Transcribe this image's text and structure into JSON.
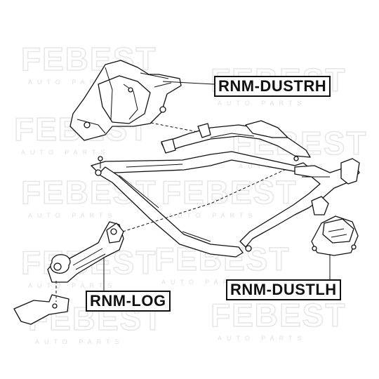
{
  "labels": {
    "rh": "RNM-DUSTRH",
    "log": "RNM-LOG",
    "lh": "RNM-DUSTLH"
  },
  "watermark": {
    "brand": "FEBEST",
    "sub": "AUTO PARTS"
  }
}
